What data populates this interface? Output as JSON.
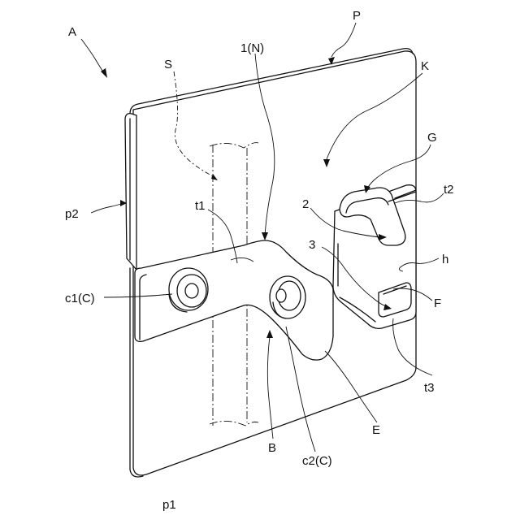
{
  "labels": {
    "A": "A",
    "P": "P",
    "S": "S",
    "N": "1(N)",
    "K": "K",
    "G": "G",
    "t2": "t2",
    "n2": "2",
    "t1": "t1",
    "p2": "p2",
    "n3": "3",
    "h": "h",
    "c1": "c1(C)",
    "F": "F",
    "t3": "t3",
    "E": "E",
    "B": "B",
    "c2": "c2(C)",
    "p1": "p1"
  }
}
